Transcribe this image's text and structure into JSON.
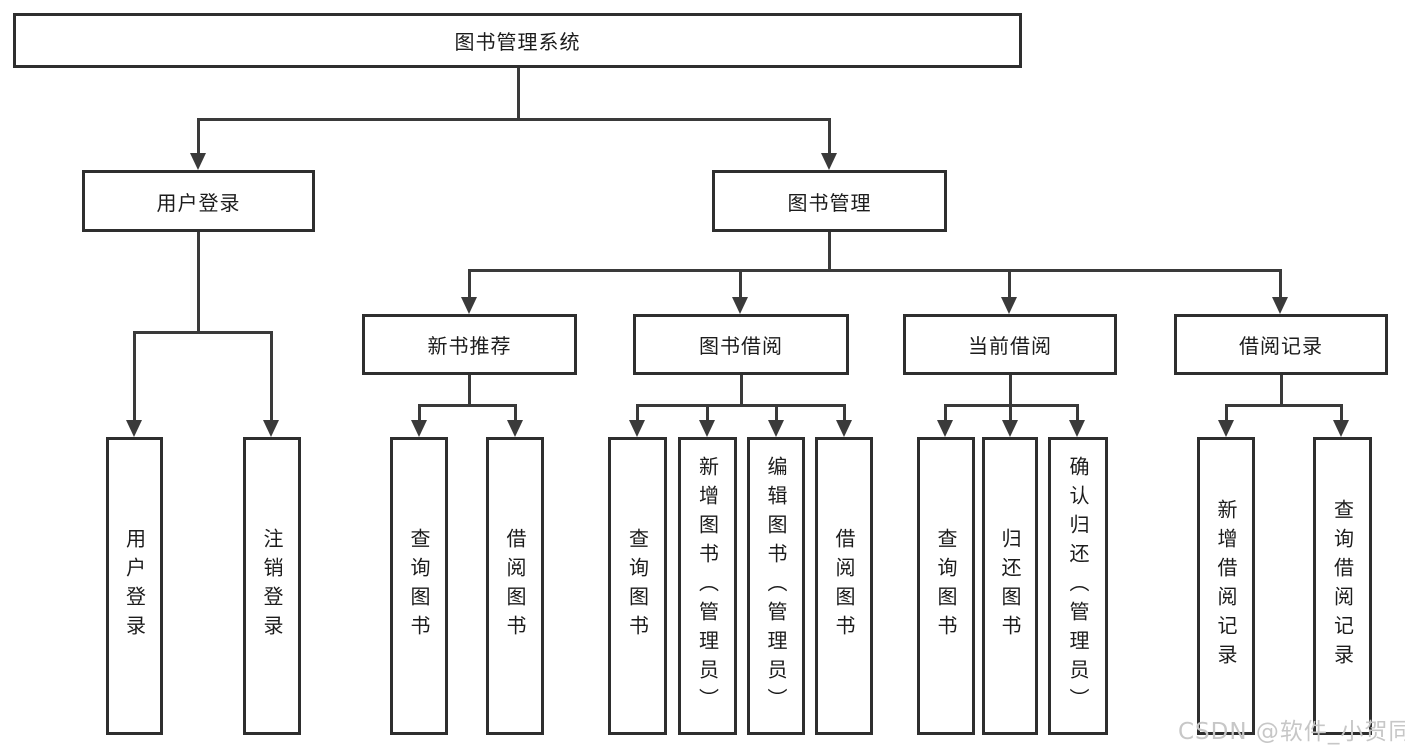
{
  "diagram": {
    "type": "hierarchy-tree",
    "title": "图书管理系统"
  },
  "tree": {
    "root": "图书管理系统",
    "branches": [
      {
        "label": "用户登录",
        "children": [
          {
            "label": "用户登录"
          },
          {
            "label": "注销登录"
          }
        ]
      },
      {
        "label": "图书管理",
        "children": [
          {
            "label": "新书推荐",
            "children": [
              {
                "label": "查询图书"
              },
              {
                "label": "借阅图书"
              }
            ]
          },
          {
            "label": "图书借阅",
            "children": [
              {
                "label": "查询图书"
              },
              {
                "label": "新增图书（管理员）"
              },
              {
                "label": "编辑图书（管理员）"
              },
              {
                "label": "借阅图书"
              }
            ]
          },
          {
            "label": "当前借阅",
            "children": [
              {
                "label": "查询图书"
              },
              {
                "label": "归还图书"
              },
              {
                "label": "确认归还（管理员）"
              }
            ]
          },
          {
            "label": "借阅记录",
            "children": [
              {
                "label": "新增借阅记录"
              },
              {
                "label": "查询借阅记录"
              }
            ]
          }
        ]
      }
    ]
  },
  "watermark": "CSDN @软件_小贺同学",
  "colors": {
    "border": "#2e2e2e",
    "line": "#3a3a3a",
    "text": "#1c1c1c",
    "background": "#ffffff",
    "watermark": "#c7c7c7"
  }
}
